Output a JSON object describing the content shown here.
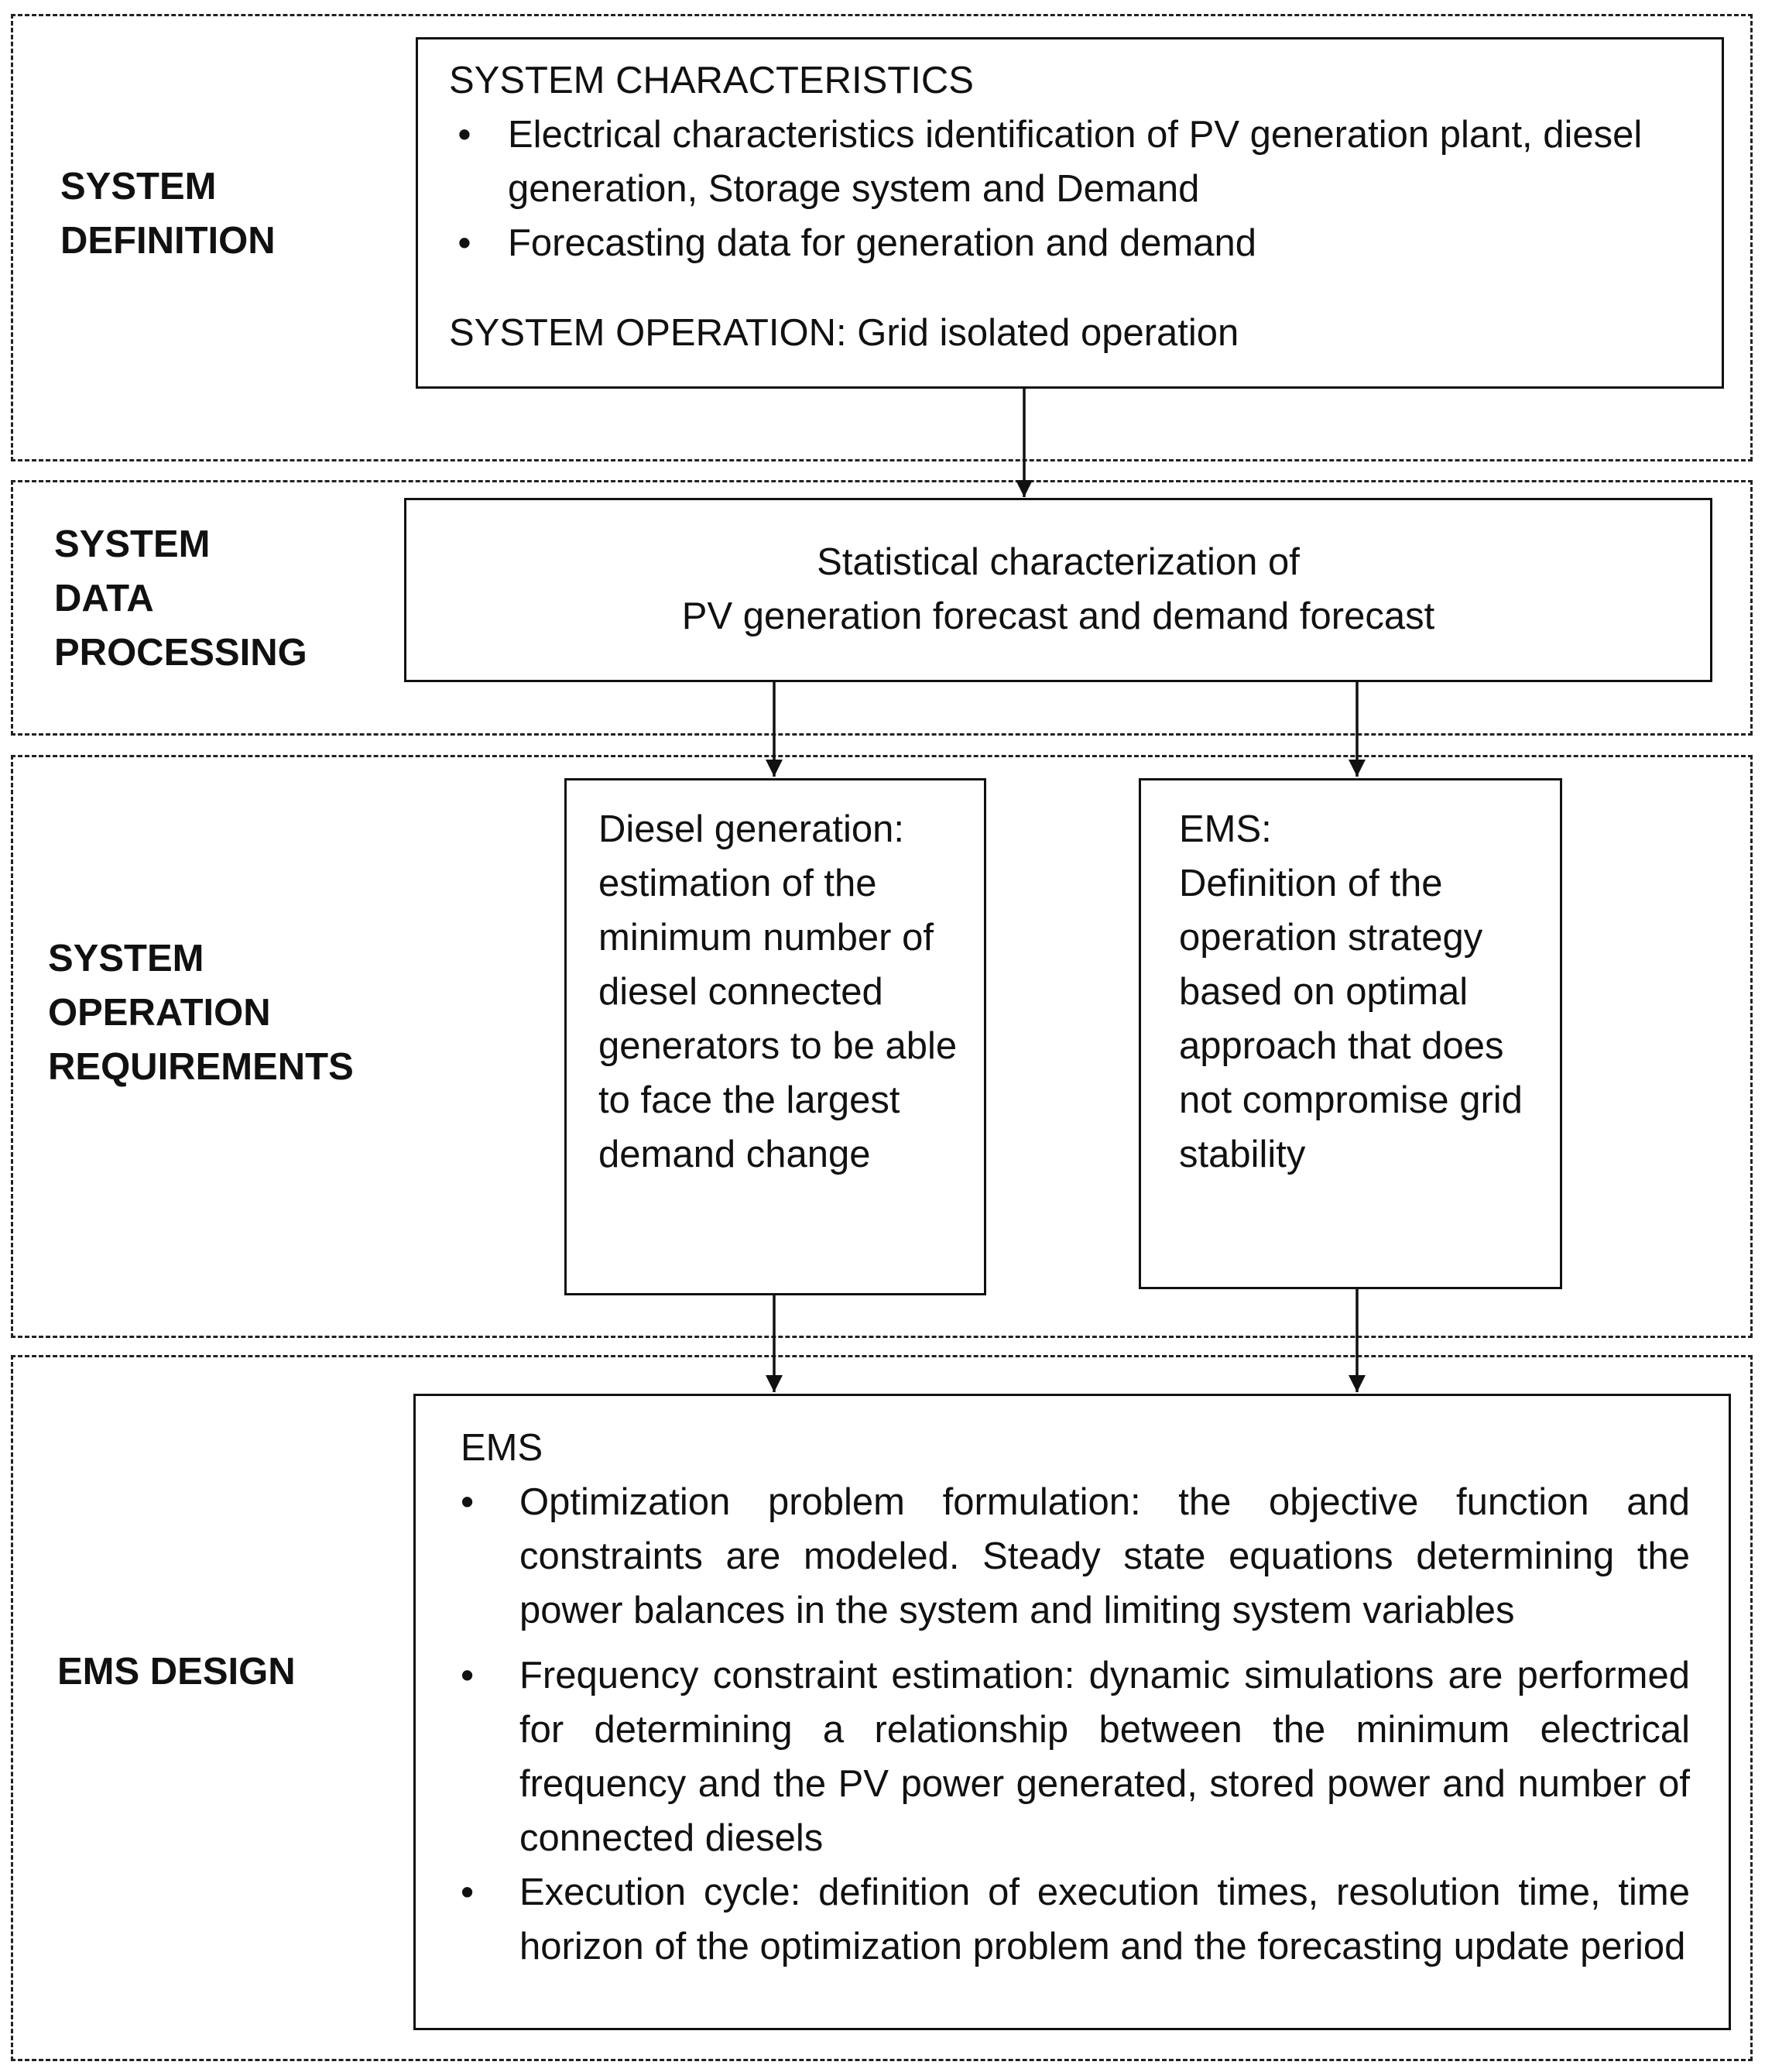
{
  "sections": {
    "definition": {
      "label": "SYSTEM\nDEFINITION",
      "box": {
        "heading": "SYSTEM CHARACTERISTICS",
        "bullets": [
          "Electrical characteristics identification of PV generation plant, diesel generation, Storage system and Demand",
          "Forecasting data for generation and demand"
        ],
        "operation": "SYSTEM OPERATION: Grid isolated operation"
      }
    },
    "data_processing": {
      "label": "SYSTEM\nDATA\nPROCESSING",
      "box": {
        "line1": "Statistical characterization of",
        "line2": "PV generation forecast and demand forecast"
      }
    },
    "operation_requirements": {
      "label": "SYSTEM\nOPERATION\nREQUIREMENTS",
      "diesel_box": "Diesel generation: estimation of the minimum number of diesel connected generators to be able to face the largest demand change",
      "ems_box": "EMS:\nDefinition of the operation strategy based on optimal approach that does not compromise grid stability"
    },
    "ems_design": {
      "label": "EMS DESIGN",
      "box": {
        "heading": "EMS",
        "bullets": [
          "Optimization problem formulation: the objective function and constraints are modeled. Steady state equations determining the power balances in the system and limiting system variables",
          "Frequency constraint estimation: dynamic simulations are performed for determining a relationship between the minimum electrical frequency and the PV power generated, stored power and number of connected diesels",
          "Execution cycle: definition of execution times, resolution time, time horizon of the optimization problem and the forecasting update period"
        ]
      }
    }
  },
  "bullet_symbol": "•"
}
